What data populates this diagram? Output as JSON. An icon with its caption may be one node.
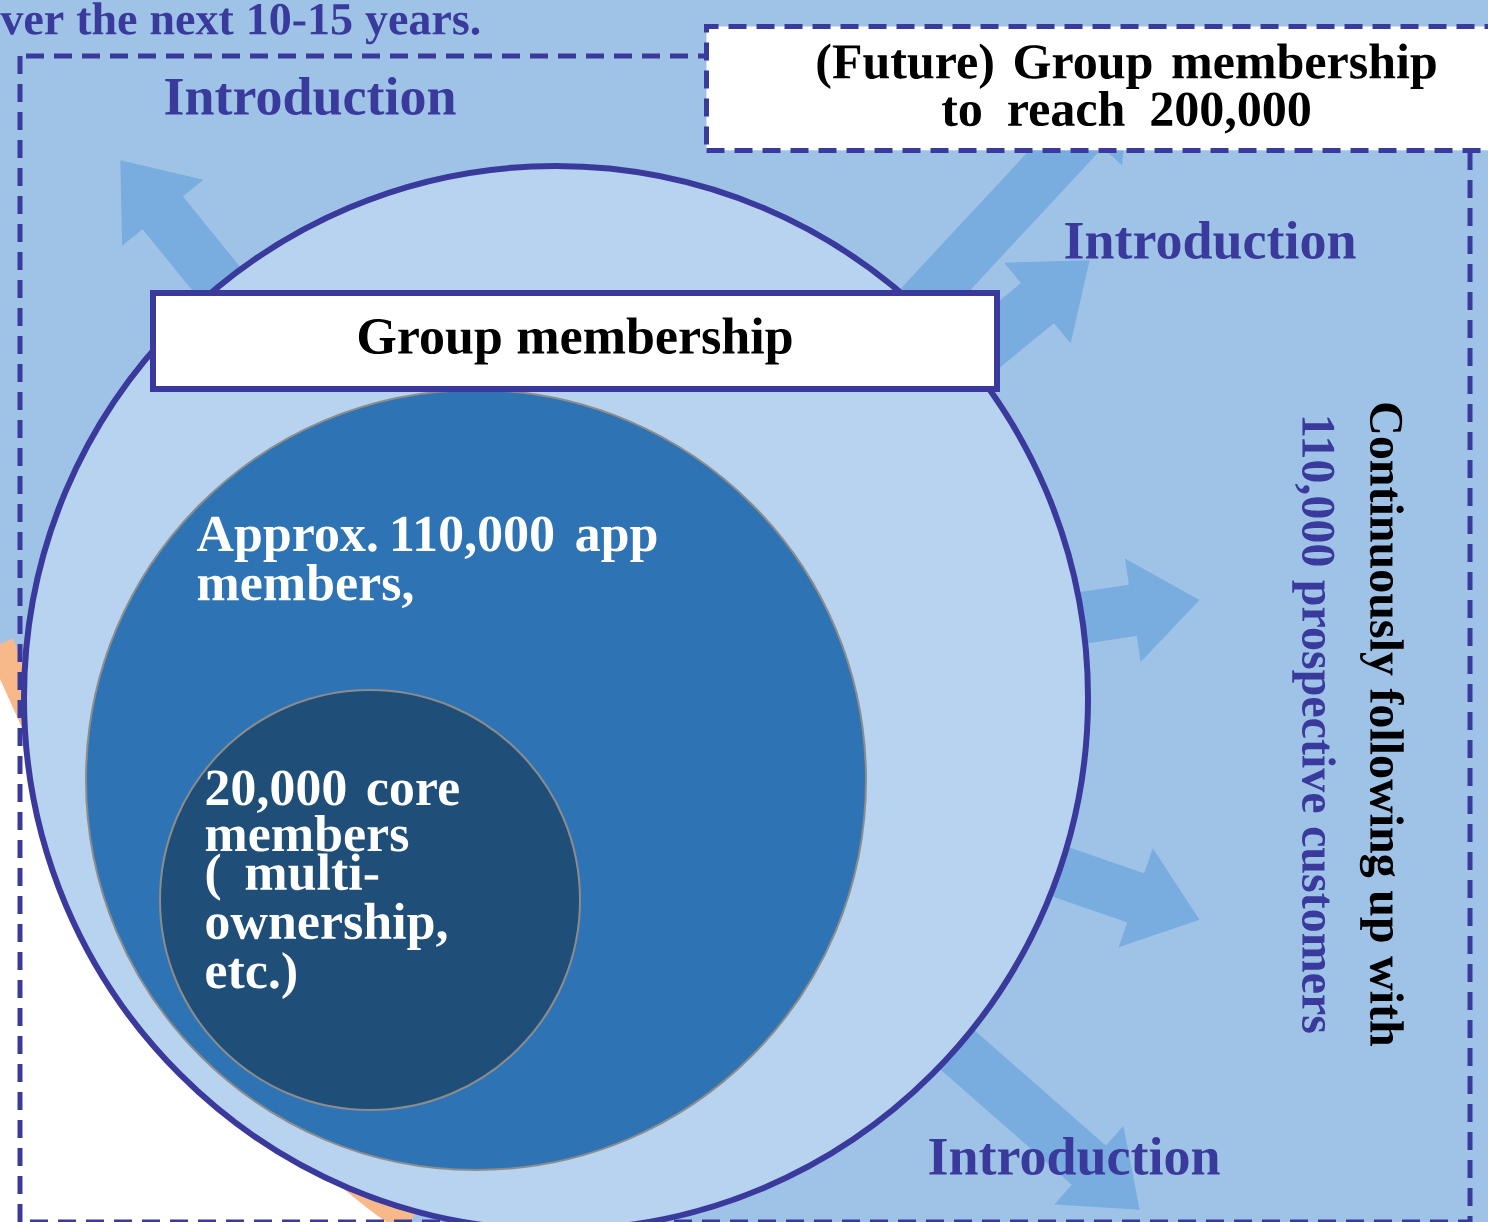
{
  "diagram": {
    "nodes": [
      {
        "text": [
          "(Future) Group membership to reach 200,000"
        ]
      },
      {
        "text": [
          "Group membership"
        ]
      },
      {
        "text": [
          "Approx. 110,000 app members,"
        ],
        "in": 1
      },
      {
        "text": [
          "20,000 core members ( multi-ownership, etc.)"
        ],
        "in": 2
      }
    ],
    "labels": [
      "ver the next 10-15 years.",
      "Introduction",
      "Introduction",
      "Continuously following up with",
      "110,000 prospective customers",
      "Introduction"
    ]
  }
}
